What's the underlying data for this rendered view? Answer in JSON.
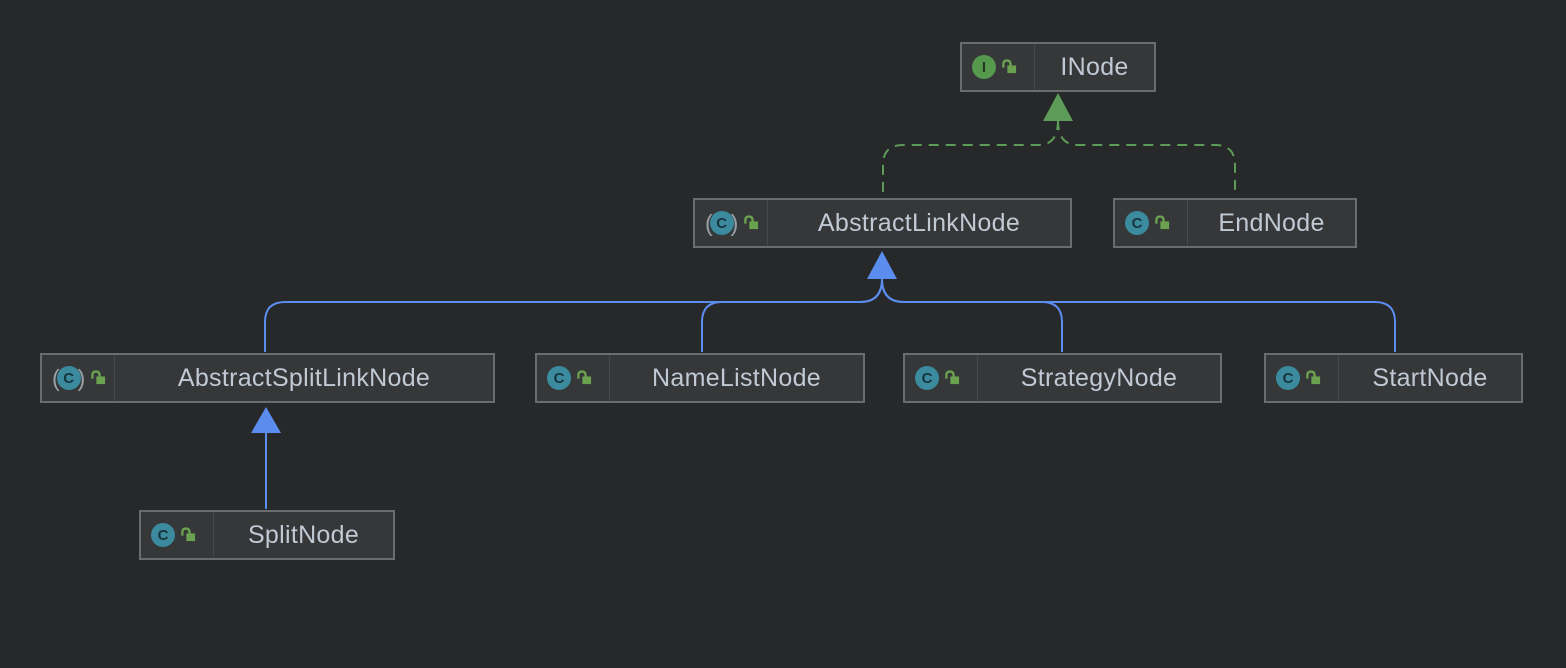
{
  "diagram": {
    "kind": "uml-class-diagram",
    "theme": "dark"
  },
  "colors": {
    "inheritance": "#5A8DEE",
    "realization": "#5C9C58",
    "node_fill": "#353739",
    "node_border": "#6A6C6E",
    "node_text": "#C0C9D4",
    "class_icon": "#3B8A9D",
    "interface_icon": "#55984E",
    "lock_icon": "#6BA24F",
    "background": "#272829"
  },
  "nodes": {
    "inode": {
      "label": "INode",
      "kind": "interface",
      "icon_letter": "I",
      "visibility": "public"
    },
    "abstractlinknode": {
      "label": "AbstractLinkNode",
      "kind": "abstract-class",
      "icon_letter": "C",
      "visibility": "public"
    },
    "endnode": {
      "label": "EndNode",
      "kind": "class",
      "icon_letter": "C",
      "visibility": "public"
    },
    "abstractsplitlinknode": {
      "label": "AbstractSplitLinkNode",
      "kind": "abstract-class",
      "icon_letter": "C",
      "visibility": "public"
    },
    "namelistnode": {
      "label": "NameListNode",
      "kind": "class",
      "icon_letter": "C",
      "visibility": "public"
    },
    "strategynode": {
      "label": "StrategyNode",
      "kind": "class",
      "icon_letter": "C",
      "visibility": "public"
    },
    "startnode": {
      "label": "StartNode",
      "kind": "class",
      "icon_letter": "C",
      "visibility": "public"
    },
    "splitnode": {
      "label": "SplitNode",
      "kind": "class",
      "icon_letter": "C",
      "visibility": "public"
    }
  },
  "edges": [
    {
      "from": "AbstractLinkNode",
      "to": "INode",
      "type": "realization"
    },
    {
      "from": "EndNode",
      "to": "INode",
      "type": "realization"
    },
    {
      "from": "AbstractSplitLinkNode",
      "to": "AbstractLinkNode",
      "type": "inheritance"
    },
    {
      "from": "NameListNode",
      "to": "AbstractLinkNode",
      "type": "inheritance"
    },
    {
      "from": "StrategyNode",
      "to": "AbstractLinkNode",
      "type": "inheritance"
    },
    {
      "from": "StartNode",
      "to": "AbstractLinkNode",
      "type": "inheritance"
    },
    {
      "from": "SplitNode",
      "to": "AbstractSplitLinkNode",
      "type": "inheritance"
    }
  ],
  "paren_open": "(",
  "paren_close": ")"
}
